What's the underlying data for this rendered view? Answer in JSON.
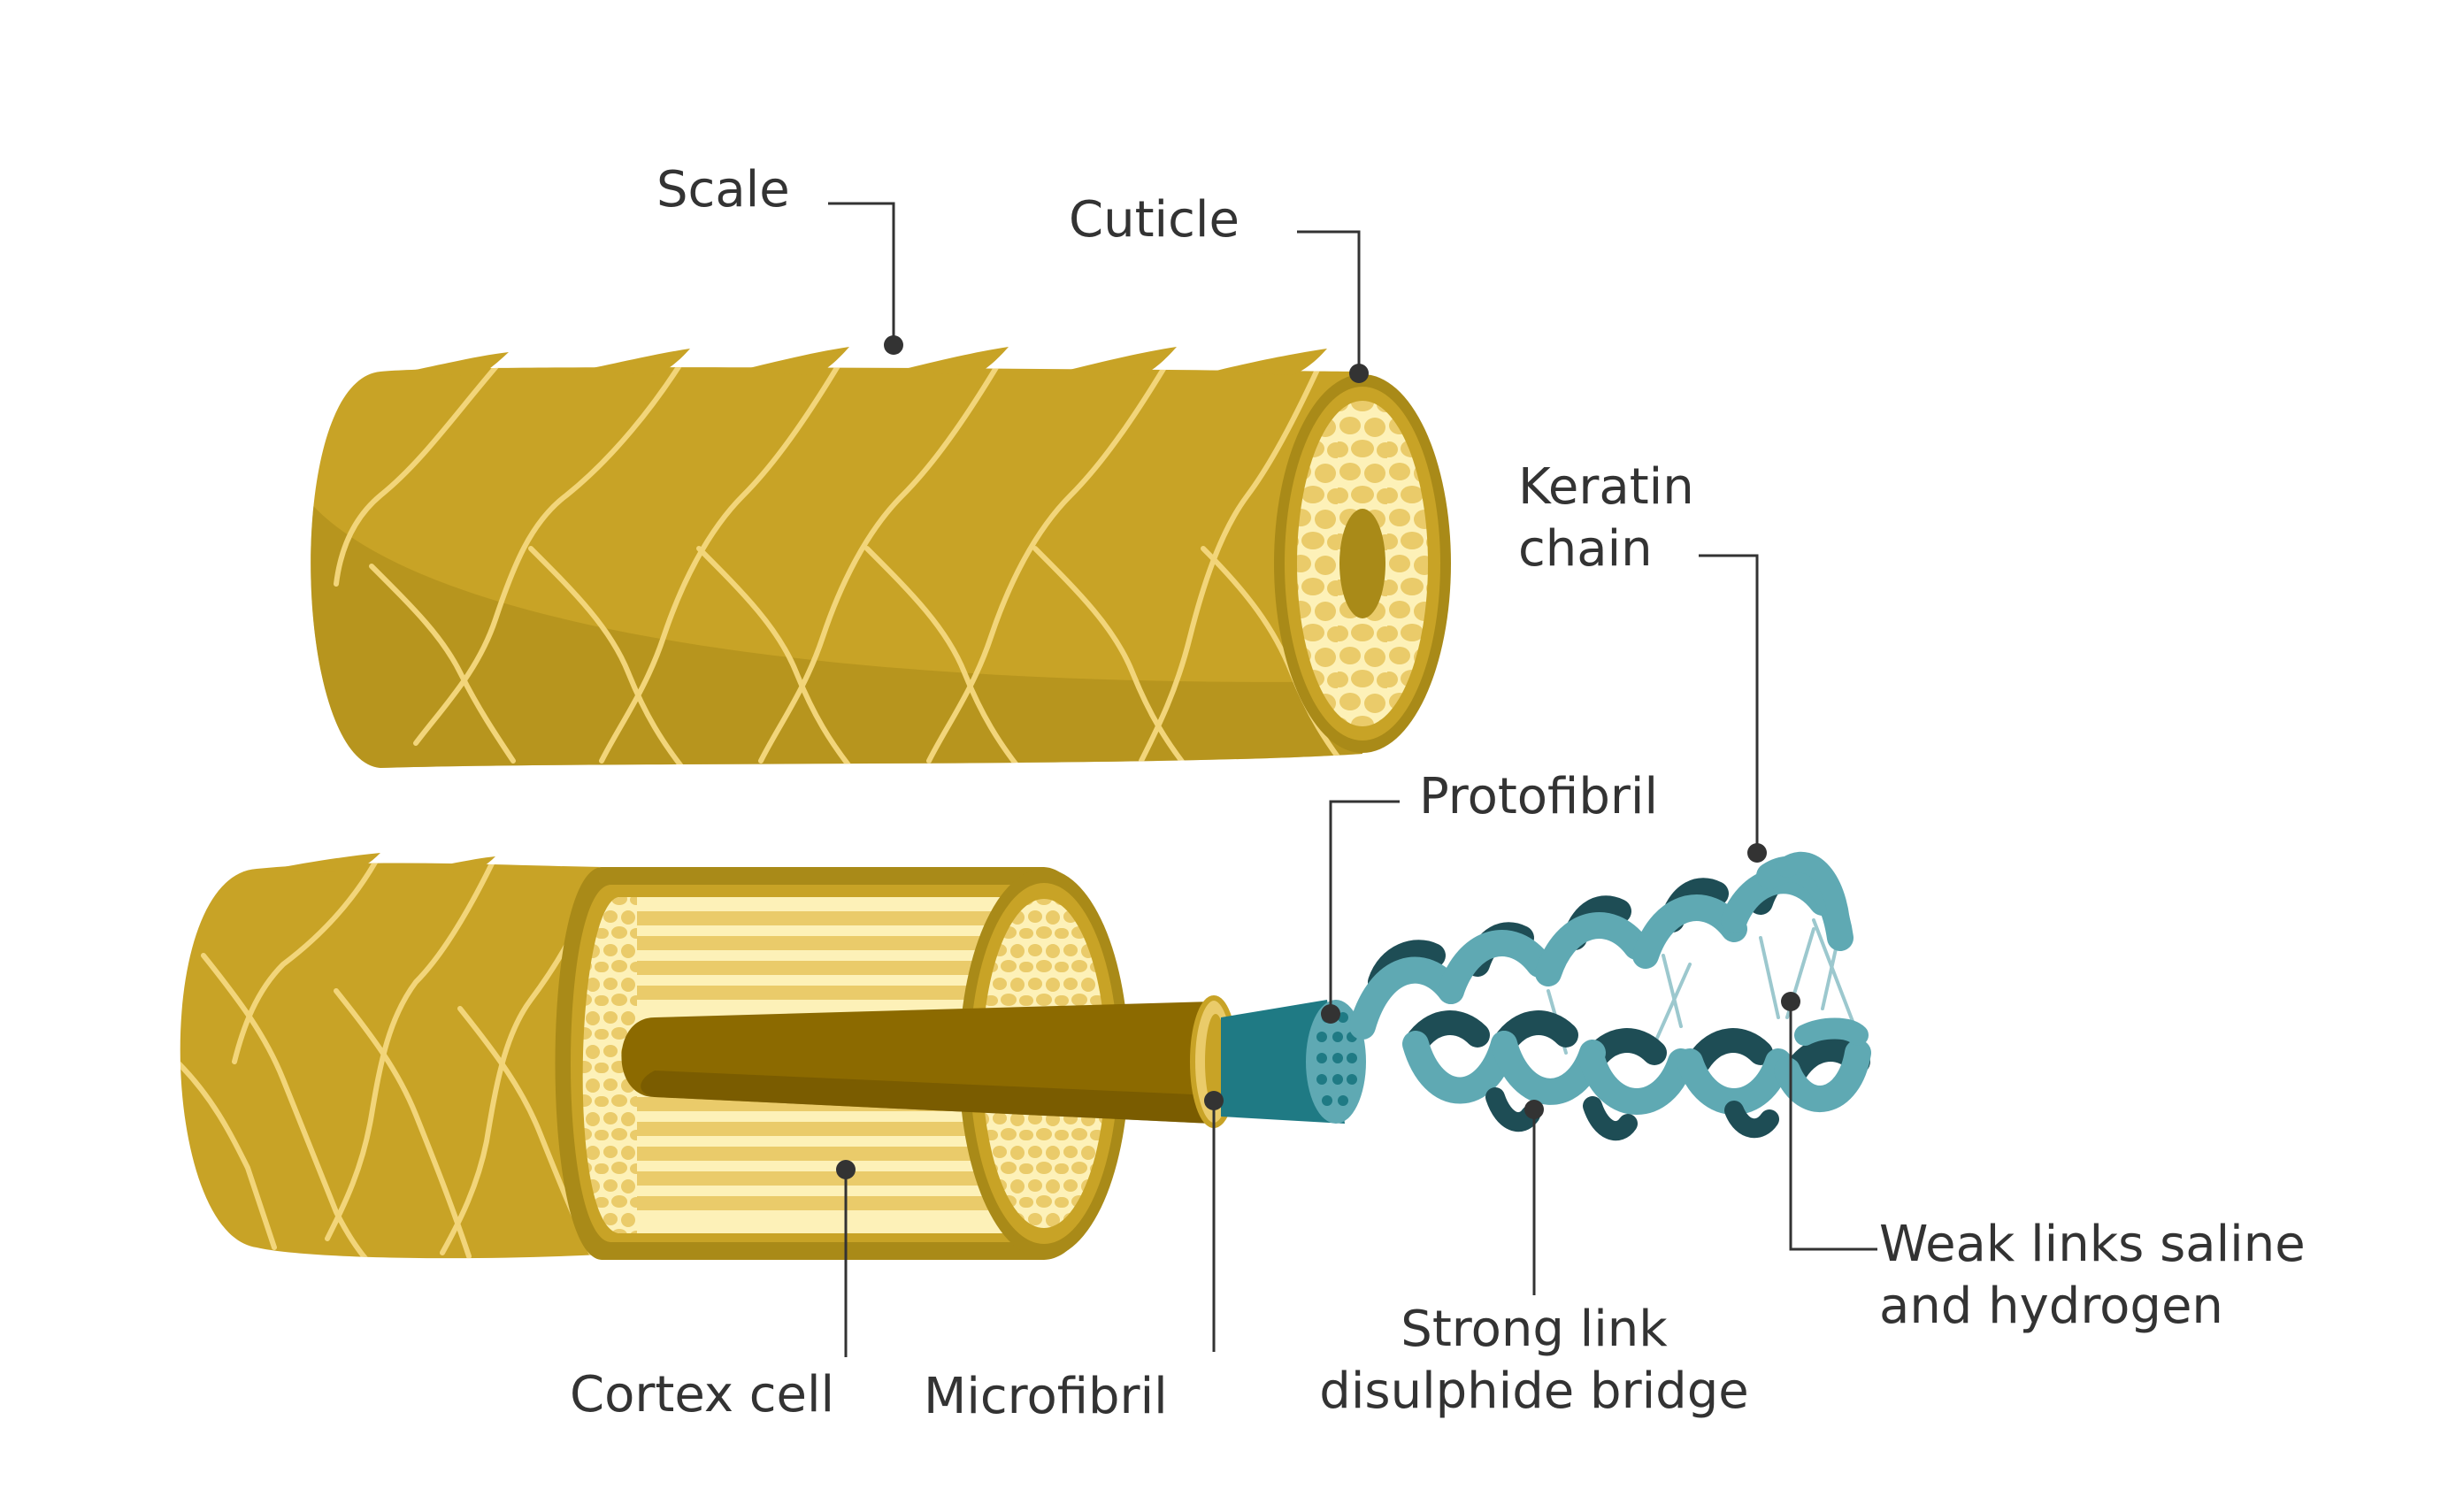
{
  "labels": {
    "scale": "Scale",
    "cuticle": "Cuticle",
    "keratin_chain": "Keratin\nchain",
    "protofibril": "Protofibril",
    "weak_links": "Weak links saline\nand hydrogen",
    "strong_link": "Strong link\ndisulphide bridge",
    "cortex_cell": "Cortex cell",
    "microfibril": "Microfibril"
  },
  "colors": {
    "hair_gold": "#C8A326",
    "hair_dark": "#A98A18",
    "scale_line": "#F2D57A",
    "cortex_cream": "#FDF1B8",
    "cortex_cell": "#EACB6A",
    "microfibril": "#8C6A00",
    "protofibril": "#1F7A84",
    "helix_light": "#5FA9B3",
    "helix_dark": "#1E4D55",
    "leader_line": "#333333"
  }
}
